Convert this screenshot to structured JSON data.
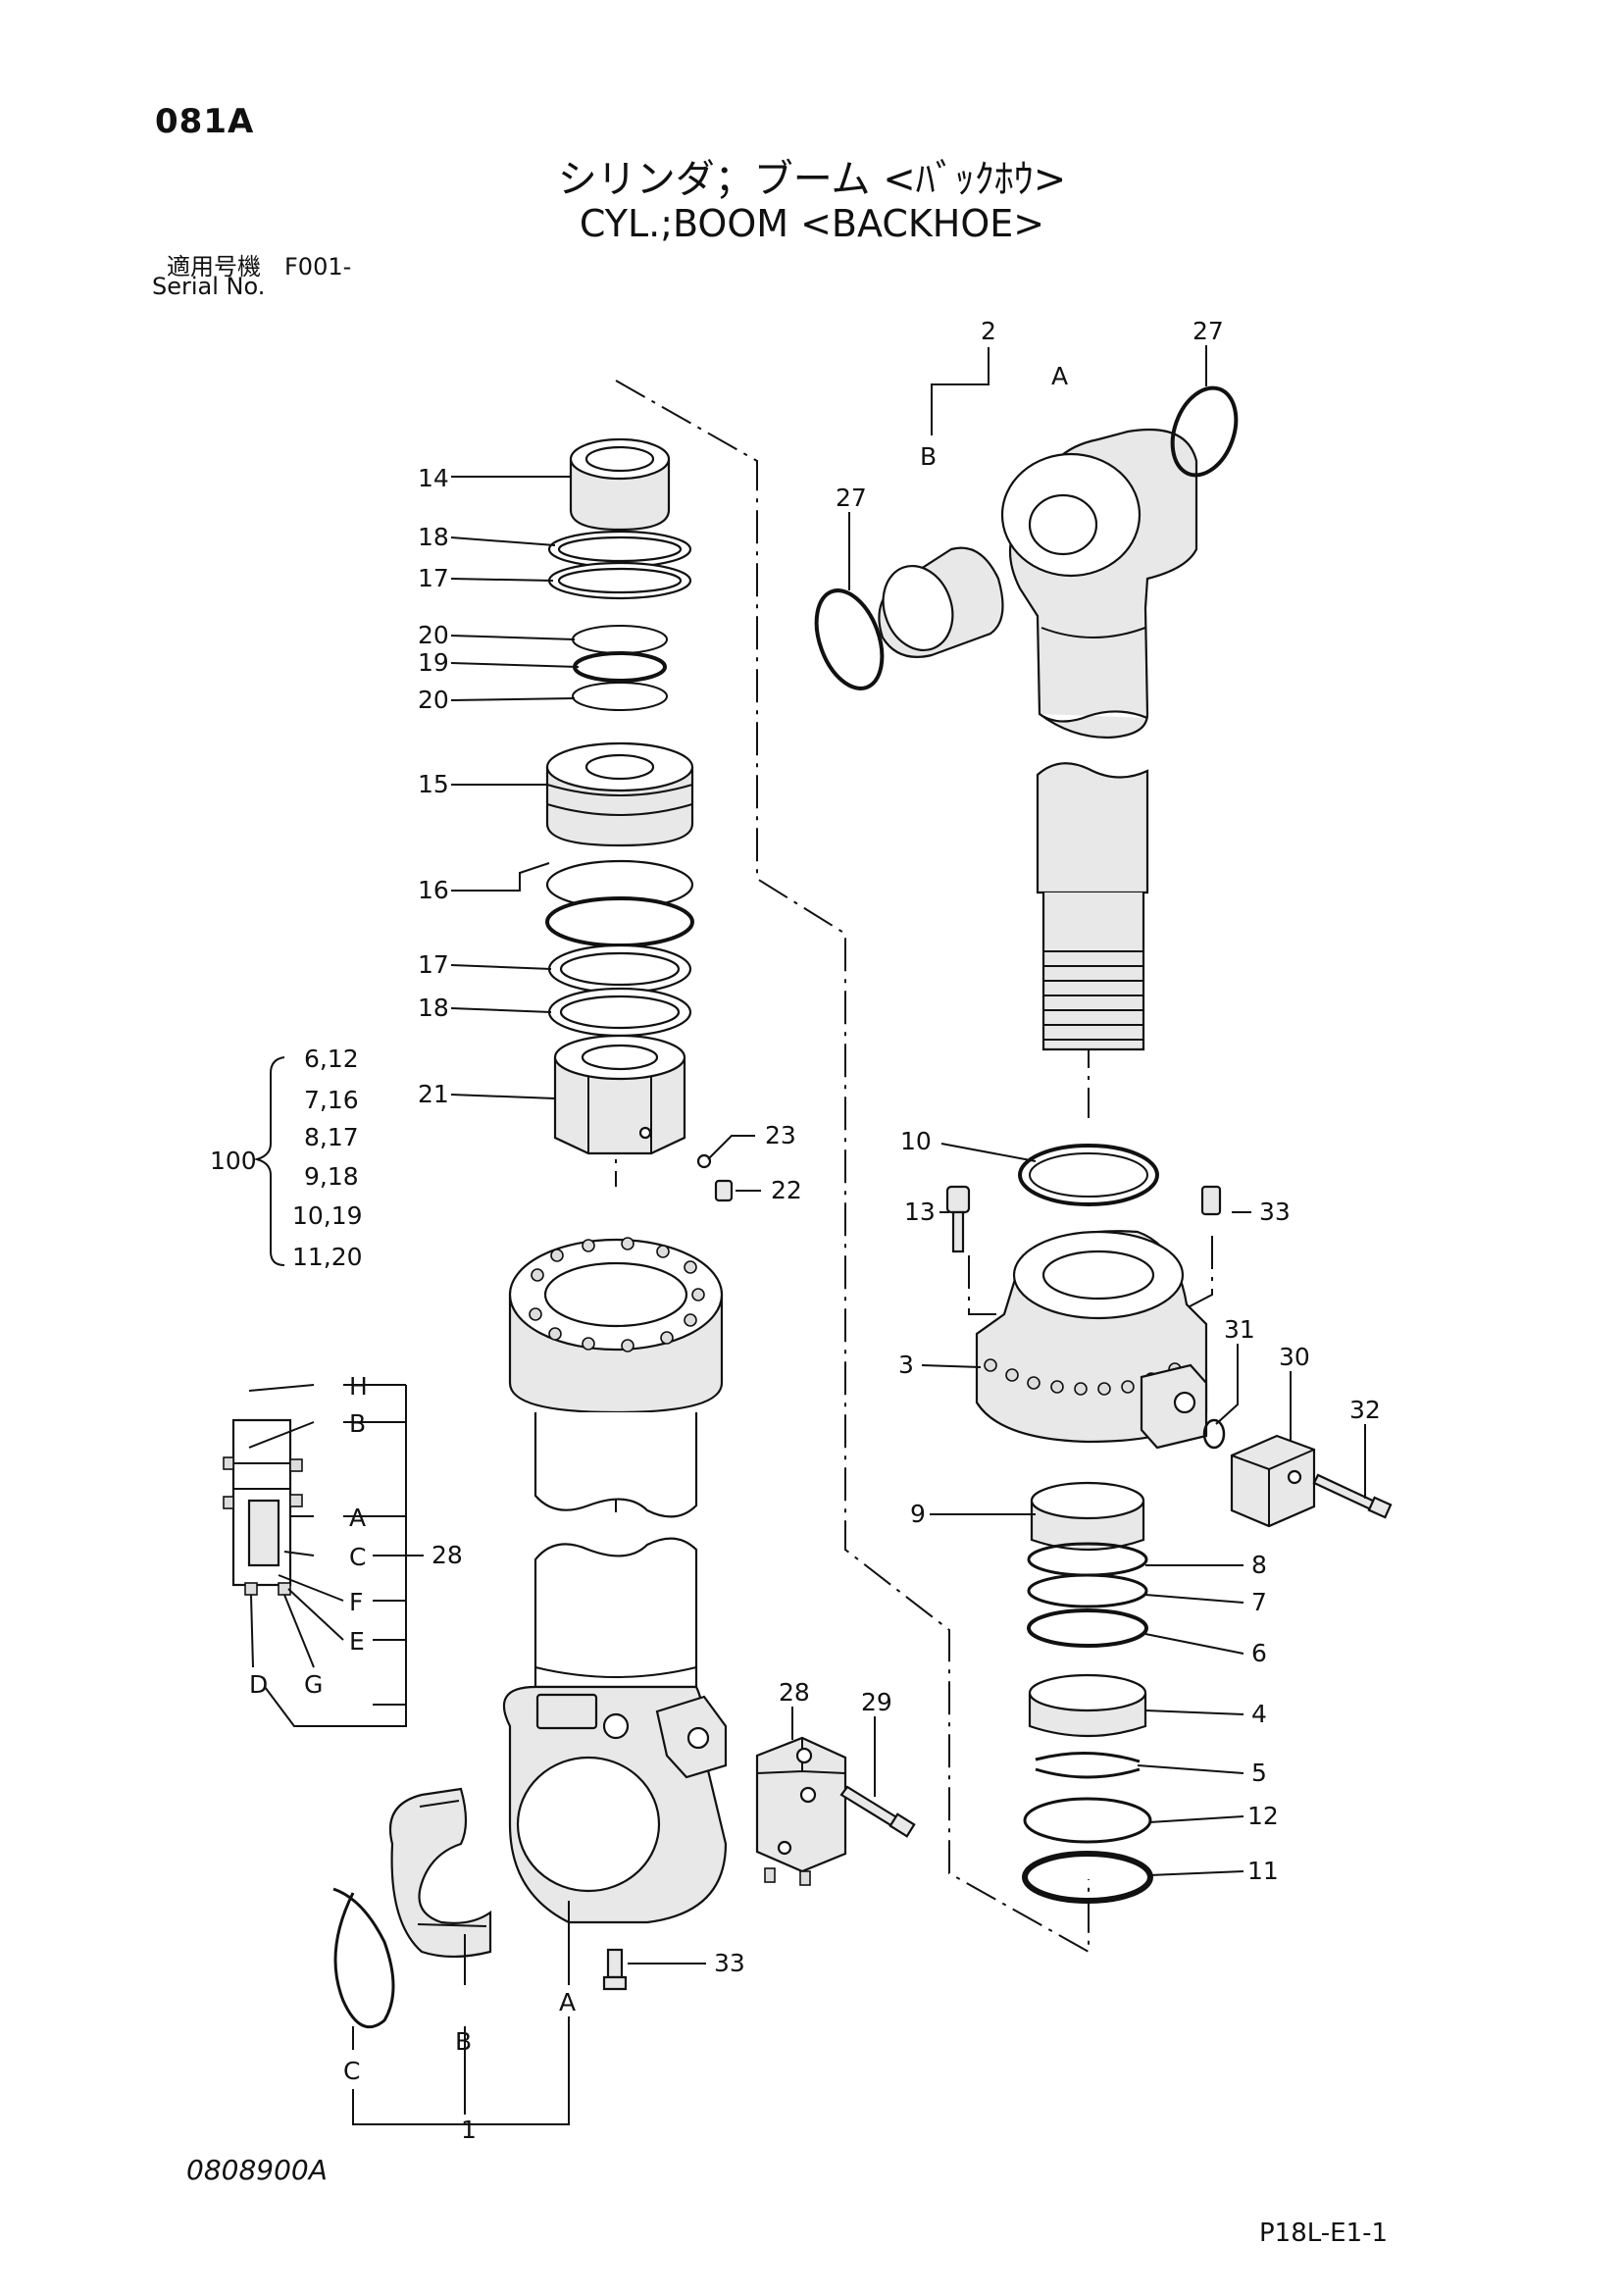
{
  "header": {
    "page_no": "081A",
    "title_jp": "シリンダ；ブーム <ﾊﾞｯｸﾎｳ>",
    "title_en": "CYL.;BOOM <BACKHOE>",
    "serial_jp": "適用号機　F001-",
    "serial_en": "Serial No."
  },
  "footer": {
    "drawing_no": "0808900A",
    "sheet_ref": "P18L-E1-1"
  },
  "callouts": {
    "c1": "1",
    "c2": "2",
    "c3": "3",
    "c4": "4",
    "c5": "5",
    "c6": "6",
    "c7": "7",
    "c8": "8",
    "c9": "9",
    "c10": "10",
    "c11": "11",
    "c12": "12",
    "c13": "13",
    "c14": "14",
    "c15": "15",
    "c16": "16",
    "c17a": "17",
    "c17b": "17",
    "c18a": "18",
    "c18b": "18",
    "c19": "19",
    "c20a": "20",
    "c20b": "20",
    "c21": "21",
    "c22": "22",
    "c23": "23",
    "c27a": "27",
    "c27b": "27",
    "c28a": "28",
    "c28b": "28",
    "c29": "29",
    "c30": "30",
    "c31": "31",
    "c32": "32",
    "c33a": "33",
    "c33b": "33"
  },
  "letters": {
    "a_rod": "A",
    "b_rod": "B",
    "a_tube": "A",
    "b_tube": "B",
    "c_tube": "C",
    "h": "H",
    "b": "B",
    "a": "A",
    "c": "C",
    "f": "F",
    "e": "E",
    "d": "D",
    "g": "G"
  },
  "kit": {
    "number": "100",
    "items": [
      "6,12",
      "7,16",
      "8,17",
      "9,18",
      "10,19",
      "11,20"
    ]
  }
}
